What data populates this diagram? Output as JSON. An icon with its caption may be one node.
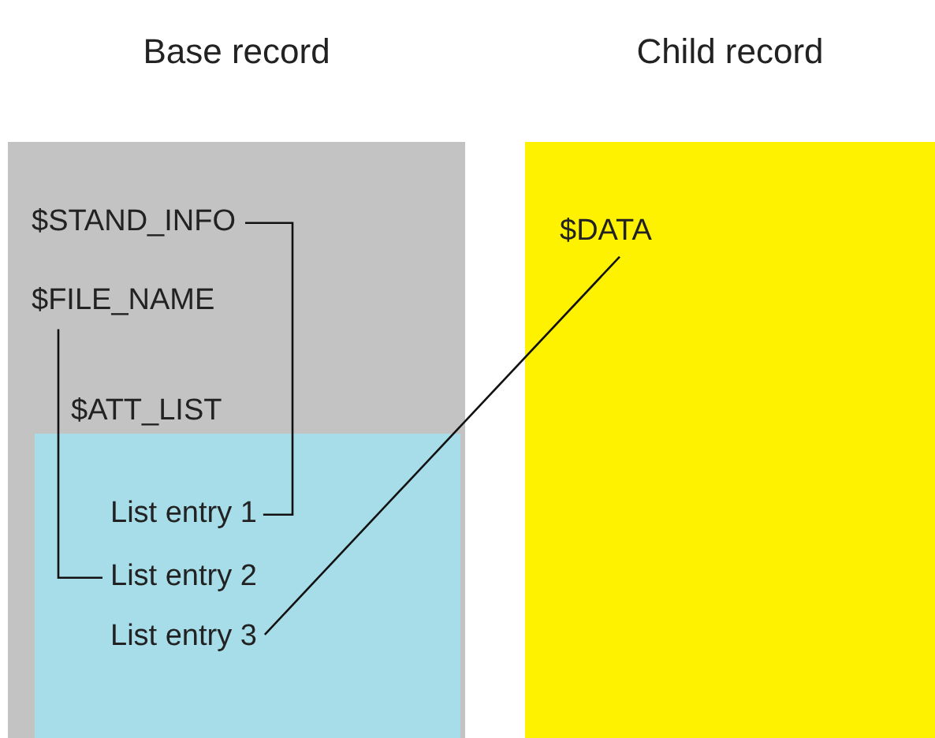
{
  "diagram": {
    "nodes": [
      {
        "text": [
          "Base record"
        ]
      },
      {
        "text": [
          "$STAND_INFO"
        ],
        "in": 0
      },
      {
        "text": [
          "$FILE_NAME"
        ],
        "in": 0
      },
      {
        "text": [
          "$ATT_LIST"
        ],
        "in": 0
      },
      {
        "text": [],
        "shape": "box",
        "in": 0
      },
      {
        "text": [
          "List entry 1"
        ],
        "in": 4
      },
      {
        "text": [
          "List entry 2"
        ],
        "in": 4
      },
      {
        "text": [
          "List entry 3"
        ],
        "in": 4
      },
      {
        "text": [
          "Child record"
        ]
      },
      {
        "text": [
          "$DATA"
        ],
        "in": 8
      }
    ],
    "edges": [
      {
        "from": 1,
        "to": 5,
        "arrow": "none"
      },
      {
        "from": 2,
        "to": 6,
        "arrow": "none"
      },
      {
        "from": 7,
        "to": 9,
        "arrow": "none"
      }
    ]
  }
}
